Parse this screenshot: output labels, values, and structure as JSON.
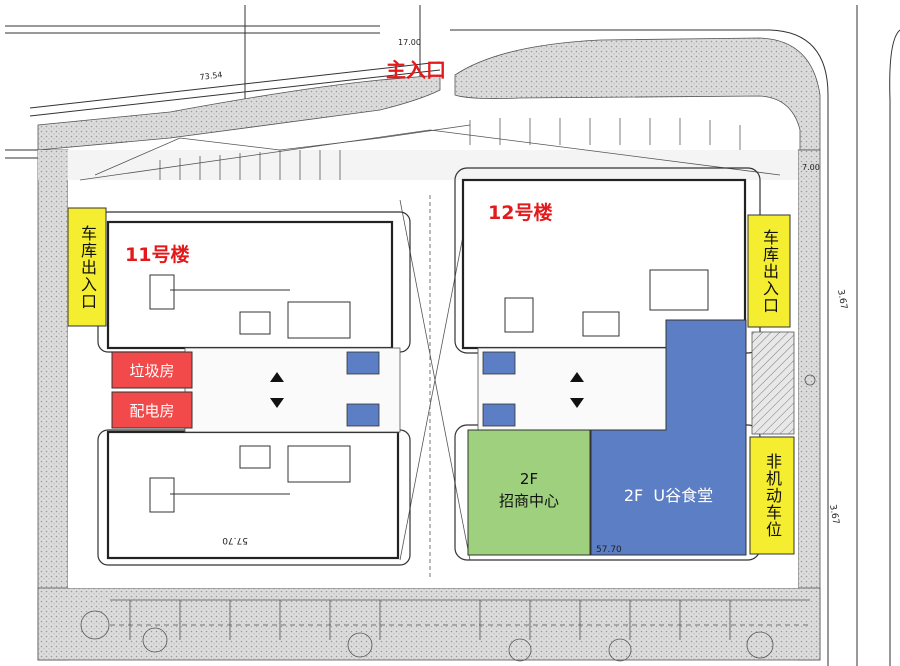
{
  "site": {
    "main_entrance": "主入口",
    "building_11": "11号楼",
    "building_12": "12号楼"
  },
  "zones": {
    "garage_left": "车库出入口",
    "garage_right": "车库出入口",
    "garbage_room": "垃圾房",
    "power_room": "配电房",
    "investment_floor": "2F",
    "investment_name": "招商中心",
    "canteen": "2F  U谷食堂",
    "bike_parking": "非机动车位"
  },
  "dimensions": {
    "top_width": "73.54",
    "entrance_width": "17.00",
    "bottom_length_left": "57.70",
    "bottom_length_right": "57.70",
    "right_slope_1": "3.67",
    "right_slope_2": "3.67",
    "right_top": "7.00"
  },
  "colors": {
    "red_label": "#e3191b",
    "room_red": "#f24a4a",
    "garage_yellow": "#f5ee30",
    "investment_green": "#9ed07e",
    "canteen_blue": "#5b7ec4"
  }
}
